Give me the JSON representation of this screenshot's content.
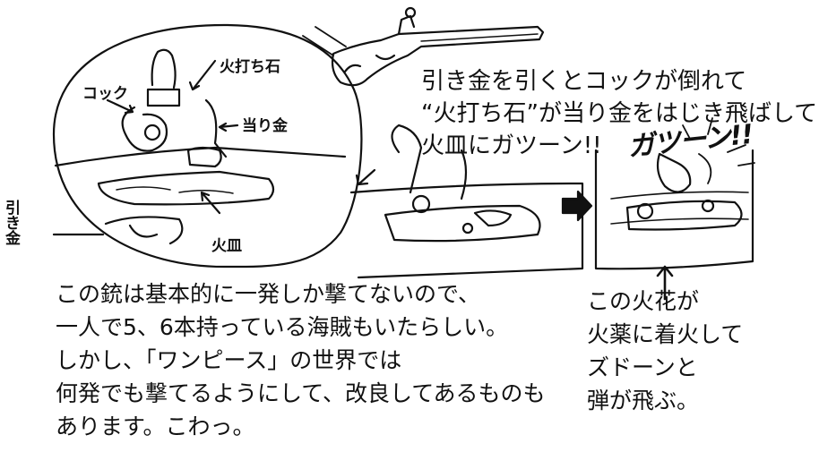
{
  "labels": {
    "flint": "火打ち石",
    "cock": "コック",
    "frizzen": "当り金",
    "trigger": "引き金",
    "pan": "火皿"
  },
  "caption": {
    "line1": "引き金を引くとコックが倒れて",
    "line2": "“火打ち石”が当り金をはじき飛ばして",
    "line3": "火皿にガツーン!!"
  },
  "sound_effect": "ガツーン!!",
  "body": {
    "lines": [
      "この銃は基本的に一発しか撃てないので、",
      "一人で5、6本持っている海賊もいたらしい。",
      "しかし、「ワンピース」の世界では",
      "何発でも撃てるようにして、改良してあるものも",
      "あります。こわっ。"
    ]
  },
  "side_note": {
    "lines": [
      "この火花が",
      "火薬に着火して",
      "ズドーンと",
      "弾が飛ぶ。"
    ]
  }
}
